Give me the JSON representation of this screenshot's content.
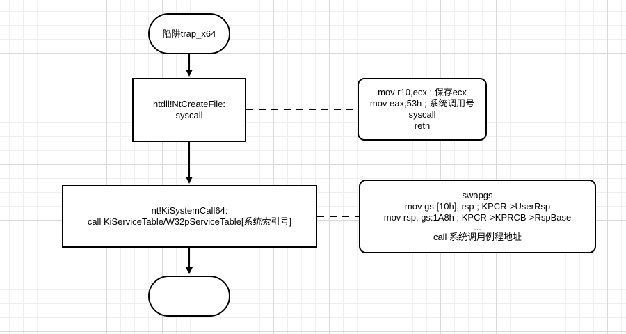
{
  "start": {
    "label": "陷阱trap_x64"
  },
  "step1": {
    "lines": [
      "ntdll!NtCreateFile:",
      "syscall"
    ]
  },
  "step2": {
    "lines": [
      "nt!KiSystemCall64:",
      "call KiServiceTable/W32pServiceTable[系统索引号]"
    ]
  },
  "end": {
    "label": ""
  },
  "note1": {
    "lines": [
      "mov r10,ecx ; 保存ecx",
      "mov eax,53h ; 系统调用号",
      "syscall",
      "retn"
    ]
  },
  "note2": {
    "lines": [
      "swapgs",
      "mov gs:[10h], rsp ; KPCR->UserRsp",
      "mov rsp, gs:1A8h ; KPCR->KPRCB->RspBase",
      "...",
      "call 系统调用例程地址"
    ]
  }
}
